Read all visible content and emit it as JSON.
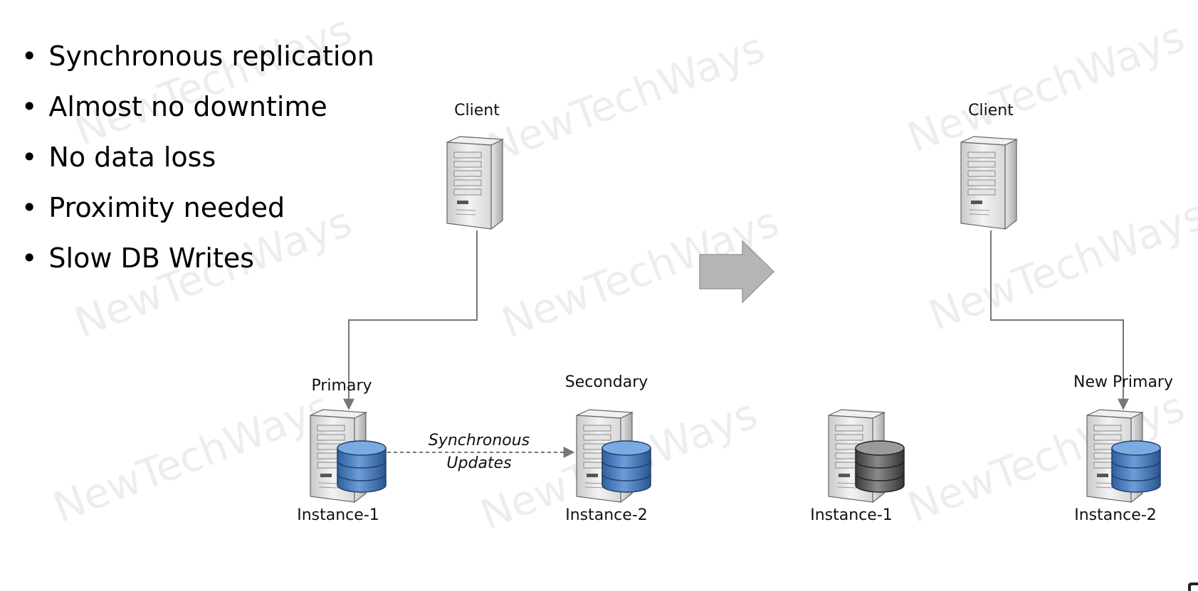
{
  "bullets": [
    "Synchronous replication",
    "Almost no downtime",
    "No data loss",
    "Proximity needed",
    "Slow DB Writes"
  ],
  "left": {
    "client_label": "Client",
    "primary_label": "Primary",
    "secondary_label": "Secondary",
    "sync_line1": "Synchronous",
    "sync_line2": "Updates",
    "instance1_label": "Instance-1",
    "instance2_label": "Instance-2"
  },
  "right": {
    "client_label": "Client",
    "new_primary_label": "New Primary",
    "instance1_label": "Instance-1",
    "instance2_label": "Instance-2"
  },
  "watermark": "NewTechWays",
  "colors": {
    "db_active": "#4a7fc0",
    "db_failed": "#555555",
    "arrow_fill": "#b5b5b5",
    "connector": "#777777"
  },
  "icons": {
    "client": "server-icon",
    "database": "database-icon",
    "transition": "right-arrow-icon"
  }
}
